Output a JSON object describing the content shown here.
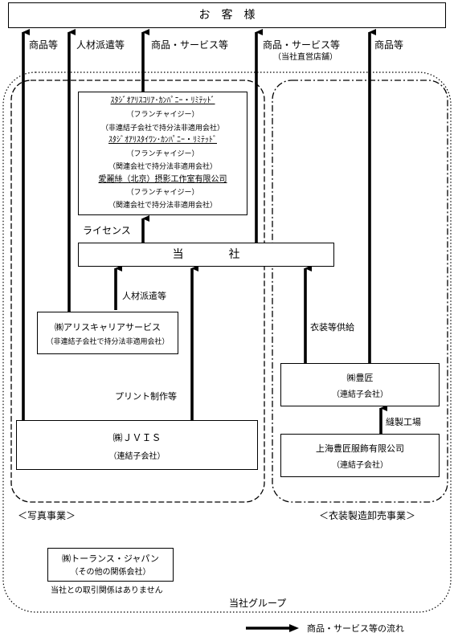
{
  "customer": {
    "label": "お　客　様"
  },
  "top_flows": {
    "goods1": "商品等",
    "staffing": "人材派遣等",
    "goods_services": "商品・サービス等",
    "goods_services_direct": "商品・サービス等",
    "direct_store": "（当社直営店舗）",
    "goods2": "商品等"
  },
  "licensees": {
    "korea_name": "ｽﾀｼﾞｵｱﾘｽｺﾘｱ･ｶﾝﾊﾟﾆｰ・ﾘﾐﾃｯﾄﾞ",
    "korea_type": "（フランチャイジー）",
    "korea_note": "（非連結子会社で持分法非適用会社）",
    "taiwan_name": "ｽﾀｼﾞｵｱﾘｽﾀｲﾜﾝ･ｶﾝﾊﾟﾆｰ・ﾘﾐﾃｯﾄﾞ",
    "taiwan_type": "（フランチャイジー）",
    "taiwan_note": "（関連会社で持分法非適用会社）",
    "beijing_name": "愛麗絲（北京）摂影工作室有限公司",
    "beijing_type": "（フランチャイジー）",
    "beijing_note": "（関連会社で持分法非適用会社）"
  },
  "license_label": "ライセンス",
  "company": {
    "label": "当　　　　社"
  },
  "staffing_label": "人材派遣等",
  "alice_career": {
    "name": "㈱アリスキャリアサービス",
    "note": "（非連結子会社で持分法非適用会社）"
  },
  "print_label": "プリント制作等",
  "jvis": {
    "name": "㈱ＪＶＩＳ",
    "note": "（連結子会社）"
  },
  "clothing_supply_label": "衣装等供給",
  "hosho": {
    "name": "㈱豊匠",
    "note": "（連結子会社）"
  },
  "sewing_label": "縫製工場",
  "shanghai": {
    "name": "上海豊匠服飾有限公司",
    "note": "（連結子会社）"
  },
  "photo_segment": "＜写真事業＞",
  "apparel_segment": "＜衣装製造卸売事業＞",
  "tolerance": {
    "name": "㈱トーランス・ジャパン",
    "note": "（その他の関係会社）",
    "remark": "当社との取引関係はありません"
  },
  "group_label": "当社グループ",
  "legend": {
    "label": "商品・サービス等の流れ"
  }
}
